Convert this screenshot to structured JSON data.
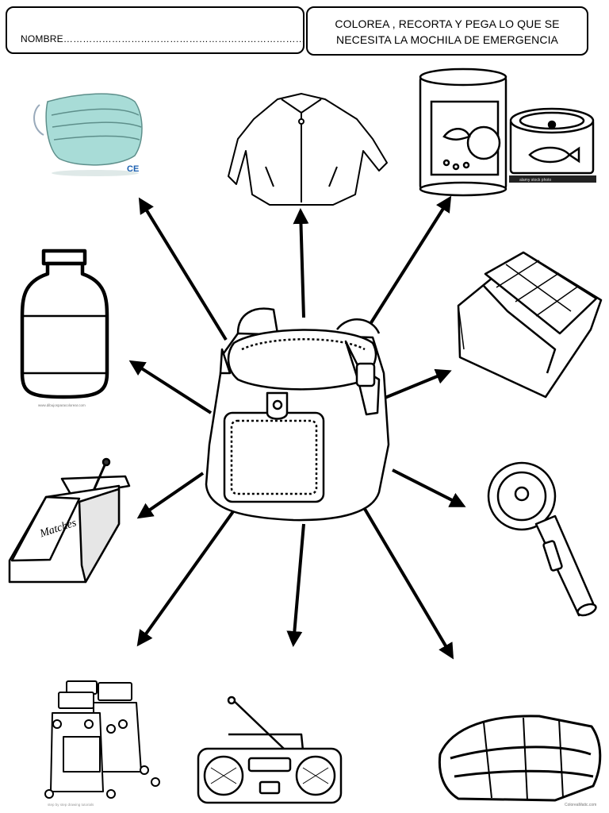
{
  "header": {
    "name_label": "NOMBRE………………………………………………………………………………………………………",
    "instructions": "COLOREA , RECORTA Y PEGA LO QUE SE NECESITA  LA MOCHILA DE EMERGENCIA"
  },
  "items": {
    "mask": {
      "badge": "CE"
    },
    "tuna_can": {
      "credit": "alamy stock photo"
    },
    "bottle": {
      "credit": "www.dibujosparacolorear.com"
    },
    "matches": {
      "brand": "Matches"
    },
    "pills": {
      "credit": "step by step drawing tutorials"
    },
    "blanket": {
      "credit": "ColoreaMatic.com"
    }
  },
  "colors": {
    "ink": "#000000",
    "mask_fill": "#a8dcd7",
    "badge": "#1b5fb0"
  }
}
